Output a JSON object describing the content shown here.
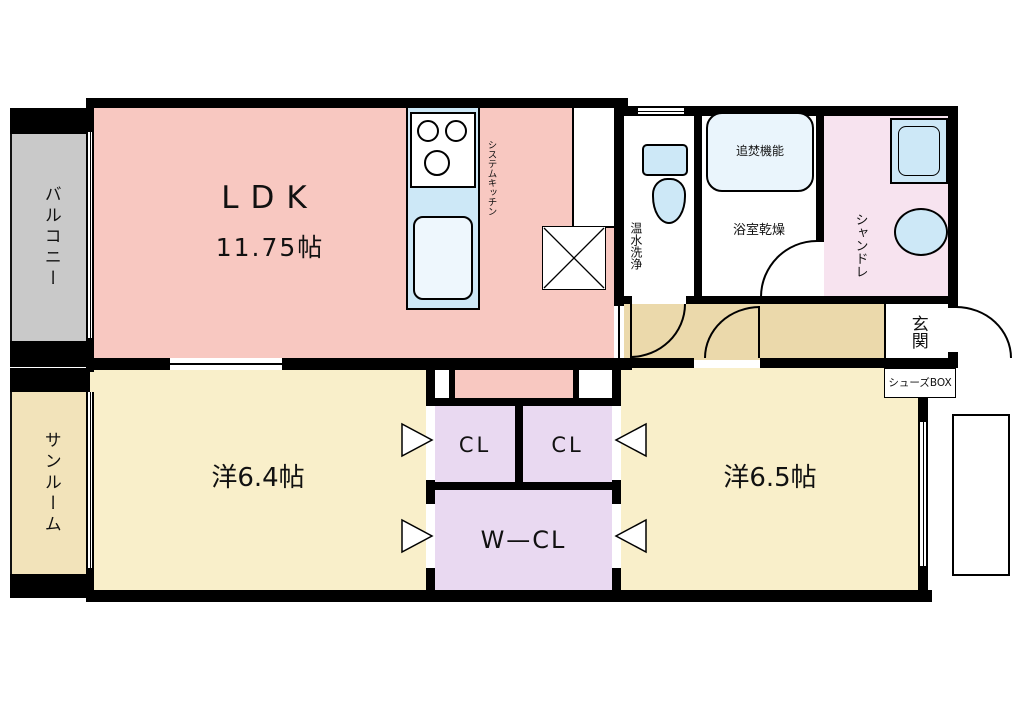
{
  "rooms": {
    "balcony": {
      "label": "バルコニー"
    },
    "sunroom": {
      "label": "サンルーム"
    },
    "ldk": {
      "name": "LDK",
      "size": "11.75帖"
    },
    "kitchen": {
      "label": "システムキッチン"
    },
    "toilet": {
      "label": "温水洗浄"
    },
    "bathroom": {
      "bathtub_label": "追焚機能",
      "dryer_label": "浴室乾燥"
    },
    "washroom": {
      "label": "シャンドレ"
    },
    "entrance": {
      "label": "玄関",
      "shoebox_label": "シューズBOX"
    },
    "bedroom_left": {
      "label": "洋6.4帖"
    },
    "bedroom_right": {
      "label": "洋6.5帖"
    },
    "closet_left": {
      "label": "CL"
    },
    "closet_right": {
      "label": "CL"
    },
    "walk_in_closet": {
      "label": "W—CL"
    }
  },
  "colors": {
    "ldk": "#f8c8c1",
    "bedroom": "#f9efca",
    "closet": "#e9d9f1",
    "hallway": "#ebd9ab",
    "balcony": "#c9c9c9",
    "sunroom": "#f2e3ba",
    "washroom": "#f7e3ef",
    "fixture": "#cde8f7"
  }
}
